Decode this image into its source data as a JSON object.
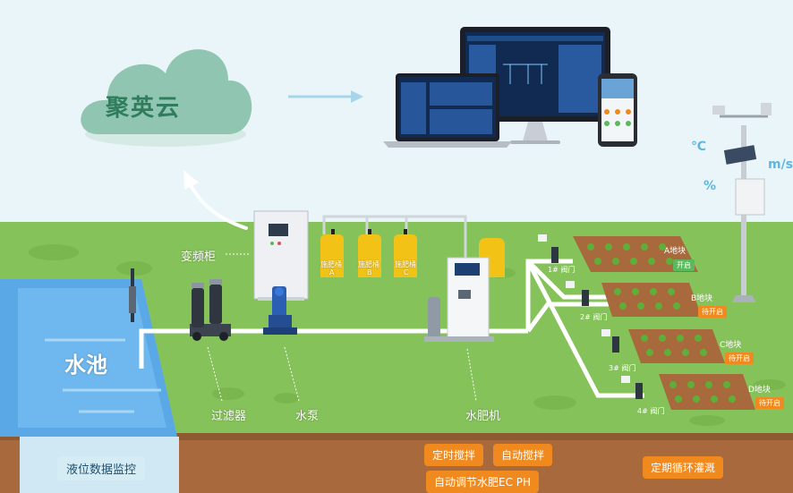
{
  "cloud": {
    "brand": "聚英云"
  },
  "equipment": {
    "cabinet": "变频柜",
    "filter": "过滤器",
    "pump": "水泵",
    "fertilizer_machine": "水肥机",
    "pool": "水池",
    "tanks": [
      {
        "label": "施肥桶",
        "sub": "A"
      },
      {
        "label": "施肥桶",
        "sub": "B"
      },
      {
        "label": "施肥桶",
        "sub": "C"
      }
    ]
  },
  "fields": [
    {
      "name": "A地块",
      "status": "开启",
      "status_color": "#5cb85c",
      "valve": "1# 阀门"
    },
    {
      "name": "B地块",
      "status": "待开启",
      "status_color": "#f08a1e",
      "valve": "2# 阀门"
    },
    {
      "name": "C地块",
      "status": "待开启",
      "status_color": "#f08a1e",
      "valve": "3# 阀门"
    },
    {
      "name": "D地块",
      "status": "待开启",
      "status_color": "#f08a1e",
      "valve": "4# 阀门"
    }
  ],
  "weather_units": [
    "℃",
    "m/s",
    "%"
  ],
  "features": {
    "level_monitor": "液位数据监控",
    "timed_stir": "定时搅拌",
    "auto_stir": "自动搅拌",
    "auto_adjust": "自动调节水肥EC PH",
    "cycle_irrigation": "定期循环灌溉"
  },
  "colors": {
    "grass": "#86c25a",
    "soil": "#a86a3c",
    "accent": "#f08a1e",
    "water": "#5aa9e6"
  }
}
